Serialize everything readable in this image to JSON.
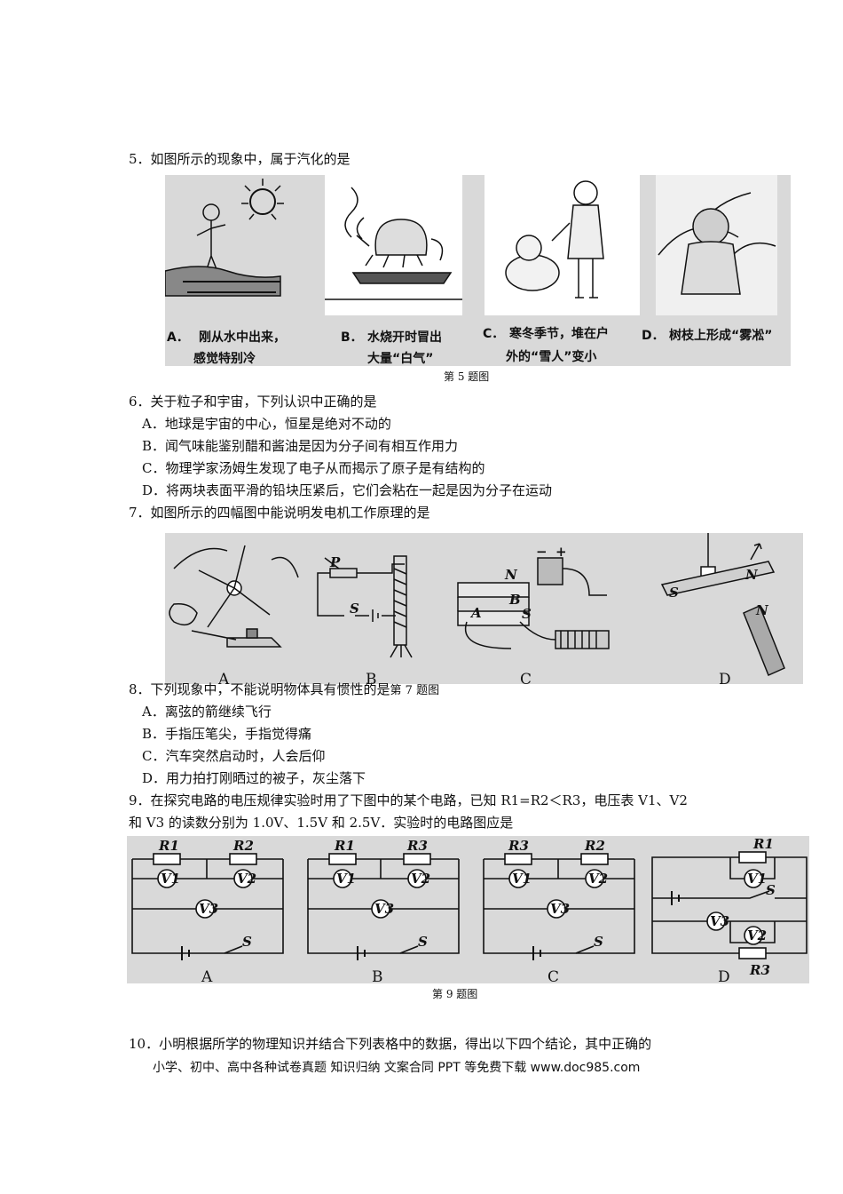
{
  "q5": {
    "stem": "5．如图所示的现象中，属于汽化的是",
    "panels": [
      {
        "letter": "A．",
        "text1": "刚从水中出来，",
        "text2": "感觉特别冷"
      },
      {
        "letter": "B．",
        "text1": "水烧开时冒出",
        "text2": "大量“白气”"
      },
      {
        "letter": "C．",
        "text1": "寒冬季节，堆在户",
        "text2": "外的“雪人”变小"
      },
      {
        "letter": "D．",
        "text1": "树枝上形成“雾凇”",
        "text2": ""
      }
    ],
    "caption": "第 5 题图"
  },
  "q6": {
    "stem": "6．关于粒子和宇宙，下列认识中正确的是",
    "options": [
      "A．地球是宇宙的中心，恒星是绝对不动的",
      "B．闻气味能鉴别醋和酱油是因为分子间有相互作用力",
      "C．物理学家汤姆生发现了电子从而揭示了原子是有结构的",
      "D．将两块表面平滑的铅块压紧后，它们会粘在一起是因为分子在运动"
    ]
  },
  "q7": {
    "stem": "7．如图所示的四幅图中能说明发电机工作原理的是",
    "labels": [
      "A",
      "B",
      "C",
      "D"
    ],
    "fig_text": {
      "p": "P",
      "s": "S",
      "n": "N",
      "a": "A",
      "b": "B",
      "plus": "+",
      "minus": "−"
    },
    "caption": "第 7 题图"
  },
  "q8": {
    "stem": "8．下列现象中，不能说明物体具有惯性的是",
    "options": [
      "A．离弦的箭继续飞行",
      "B．手指压笔尖，手指觉得痛",
      "C．汽车突然启动时，人会后仰",
      "D．用力拍打刚晒过的被子，灰尘落下"
    ]
  },
  "q9": {
    "stem1": "9．在探究电路的电压规律实验时用了下图中的某个电路，已知 R1=R2＜R3，电压表 V1、V2",
    "stem2": "和 V3 的读数分别为 1.0V、1.5V 和 2.5V．实验时的电路图应是",
    "circuits": [
      {
        "label": "A",
        "r_left": "R1",
        "r_right": "R2"
      },
      {
        "label": "B",
        "r_left": "R1",
        "r_right": "R3"
      },
      {
        "label": "C",
        "r_left": "R3",
        "r_right": "R2"
      },
      {
        "label": "D",
        "r_top": "R1",
        "r_bottom": "R3"
      }
    ],
    "meters": {
      "v1": "V1",
      "v2": "V2",
      "v3": "V3",
      "switch": "S"
    },
    "caption": "第 9 题图"
  },
  "q10": {
    "stem": "10．小明根据所学的物理知识并结合下列表格中的数据，得出以下四个结论，其中正确的"
  },
  "footer": "小学、初中、高中各种试卷真题 知识归纳 文案合同 PPT 等免费下载   www.doc985.com"
}
